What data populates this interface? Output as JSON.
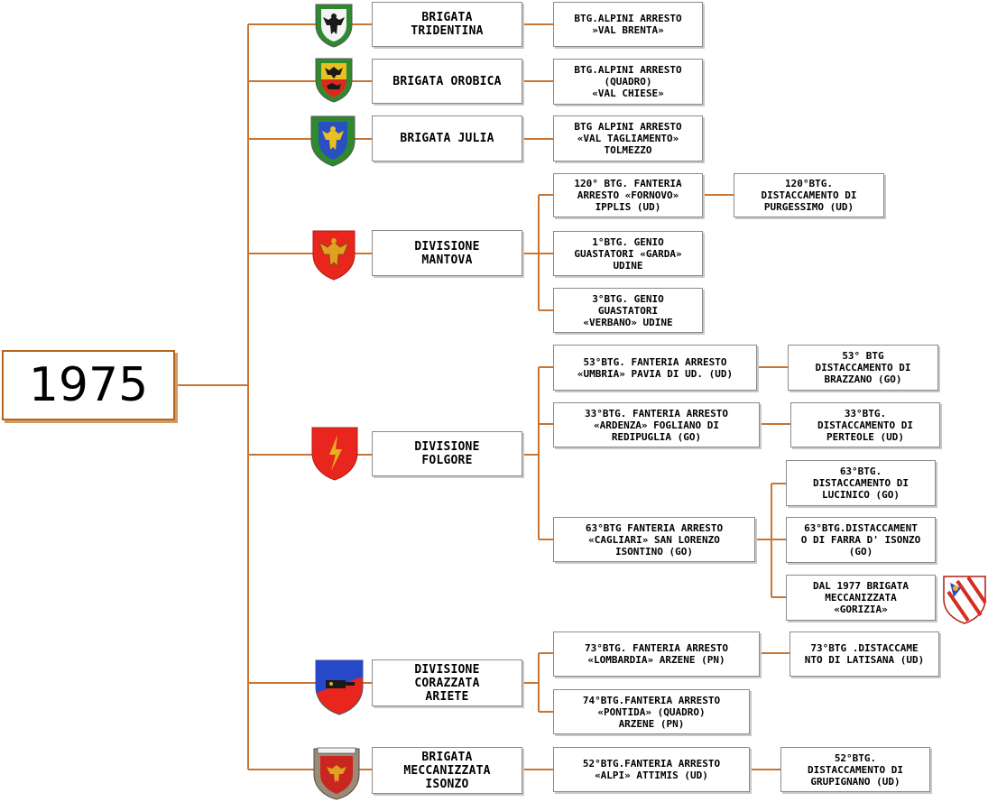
{
  "year": "1975",
  "colors": {
    "connector": "#c87533"
  },
  "units": [
    {
      "name": "BRIGATA\nTRIDENTINA",
      "crest": "tridentina-crest-icon",
      "subunits": [
        {
          "label": "BTG.ALPINI ARRESTO\n»VAL BRENTA»",
          "children": []
        }
      ]
    },
    {
      "name": "BRIGATA OROBICA",
      "crest": "orobica-crest-icon",
      "subunits": [
        {
          "label": "BTG.ALPINI ARRESTO\n(QUADRO)\n«VAL CHIESE»",
          "children": []
        }
      ]
    },
    {
      "name": "BRIGATA JULIA",
      "crest": "julia-crest-icon",
      "subunits": [
        {
          "label": "BTG ALPINI ARRESTO\n«VAL TAGLIAMENTO»\nTOLMEZZO",
          "children": []
        }
      ]
    },
    {
      "name": "DIVISIONE\nMANTOVA",
      "crest": "mantova-crest-icon",
      "subunits": [
        {
          "label": "120° BTG. FANTERIA\nARRESTO «FORNOVO»\nIPPLIS (UD)",
          "children": [
            "120°BTG.\nDISTACCAMENTO DI\nPURGESSIMO (UD)"
          ]
        },
        {
          "label": "1°BTG. GENIO\nGUASTATORI «GARDA»\nUDINE",
          "children": []
        },
        {
          "label": "3°BTG. GENIO\nGUASTATORI\n«VERBANO» UDINE",
          "children": []
        }
      ]
    },
    {
      "name": "DIVISIONE\nFOLGORE",
      "crest": "folgore-crest-icon",
      "subunits": [
        {
          "label": "53°BTG. FANTERIA ARRESTO\n«UMBRIA» PAVIA DI UD. (UD)",
          "children": [
            "53° BTG\nDISTACCAMENTO DI\nBRAZZANO (GO)"
          ]
        },
        {
          "label": "33°BTG. FANTERIA ARRESTO\n«ARDENZA» FOGLIANO DI\nREDIPUGLIA (GO)",
          "children": [
            "33°BTG.\nDISTACCAMENTO DI\nPERTEOLE (UD)"
          ]
        },
        {
          "label": "63°BTG FANTERIA ARRESTO\n«CAGLIARI» SAN LORENZO\nISONTINO (GO)",
          "children": [
            "63°BTG.\nDISTACCAMENTO DI\nLUCINICO (GO)",
            "63°BTG.DISTACCAMENT\nO DI  FARRA D' ISONZO\n(GO)",
            "DAL 1977 BRIGATA\nMECCANIZZATA\n«GORIZIA»"
          ]
        }
      ]
    },
    {
      "name": "DIVISIONE\nCORAZZATA\nARIETE",
      "crest": "ariete-crest-icon",
      "subunits": [
        {
          "label": "73°BTG. FANTERIA ARRESTO\n«LOMBARDIA» ARZENE (PN)",
          "children": [
            "73°BTG   .DISTACCAME\nNTO DI LATISANA (UD)"
          ]
        },
        {
          "label": "74°BTG.FANTERIA ARRESTO\n«PONTIDA» (QUADRO)\nARZENE (PN)",
          "children": []
        }
      ]
    },
    {
      "name": "BRIGATA\nMECCANIZZATA\nISONZO",
      "crest": "isonzo-crest-icon",
      "subunits": [
        {
          "label": "52°BTG.FANTERIA ARRESTO\n«ALPI»   ATTIMIS (UD)",
          "children": [
            "52°BTG.\nDISTACCAMENTO DI\nGRUPIGNANO (UD)"
          ]
        }
      ]
    }
  ]
}
